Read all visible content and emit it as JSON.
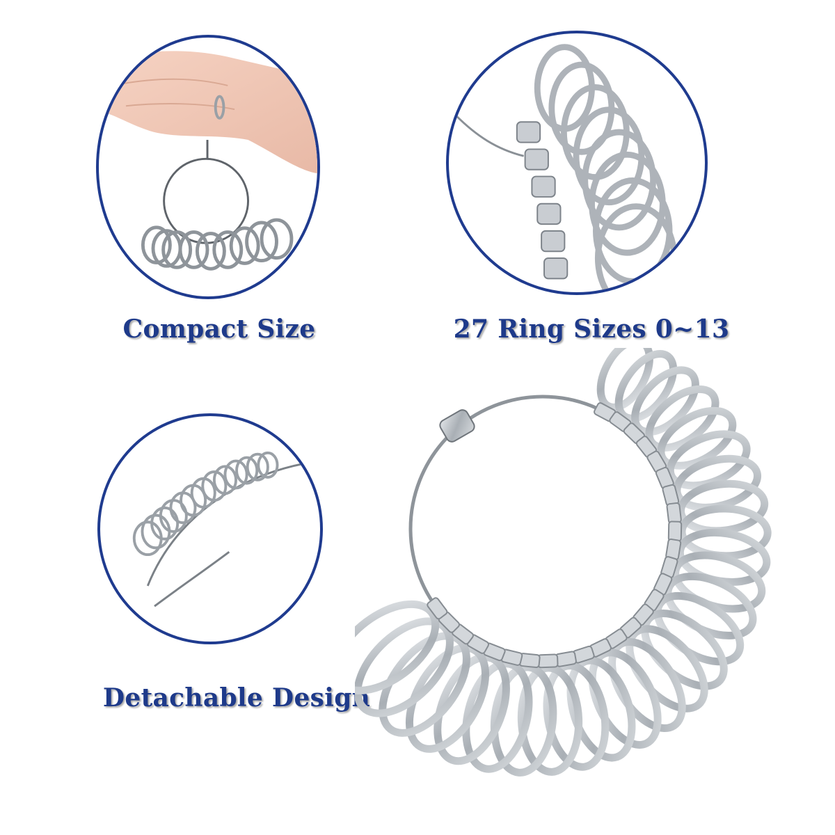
{
  "captions": {
    "compact": "Compact Size",
    "sizes": "27 Ring Sizes 0~13",
    "detachable": "Detachable Design"
  },
  "colors": {
    "border": "#1f3b8f",
    "caption": "#1e3a8a",
    "metal": "#b9bec4",
    "metal_dark": "#6f757b"
  }
}
